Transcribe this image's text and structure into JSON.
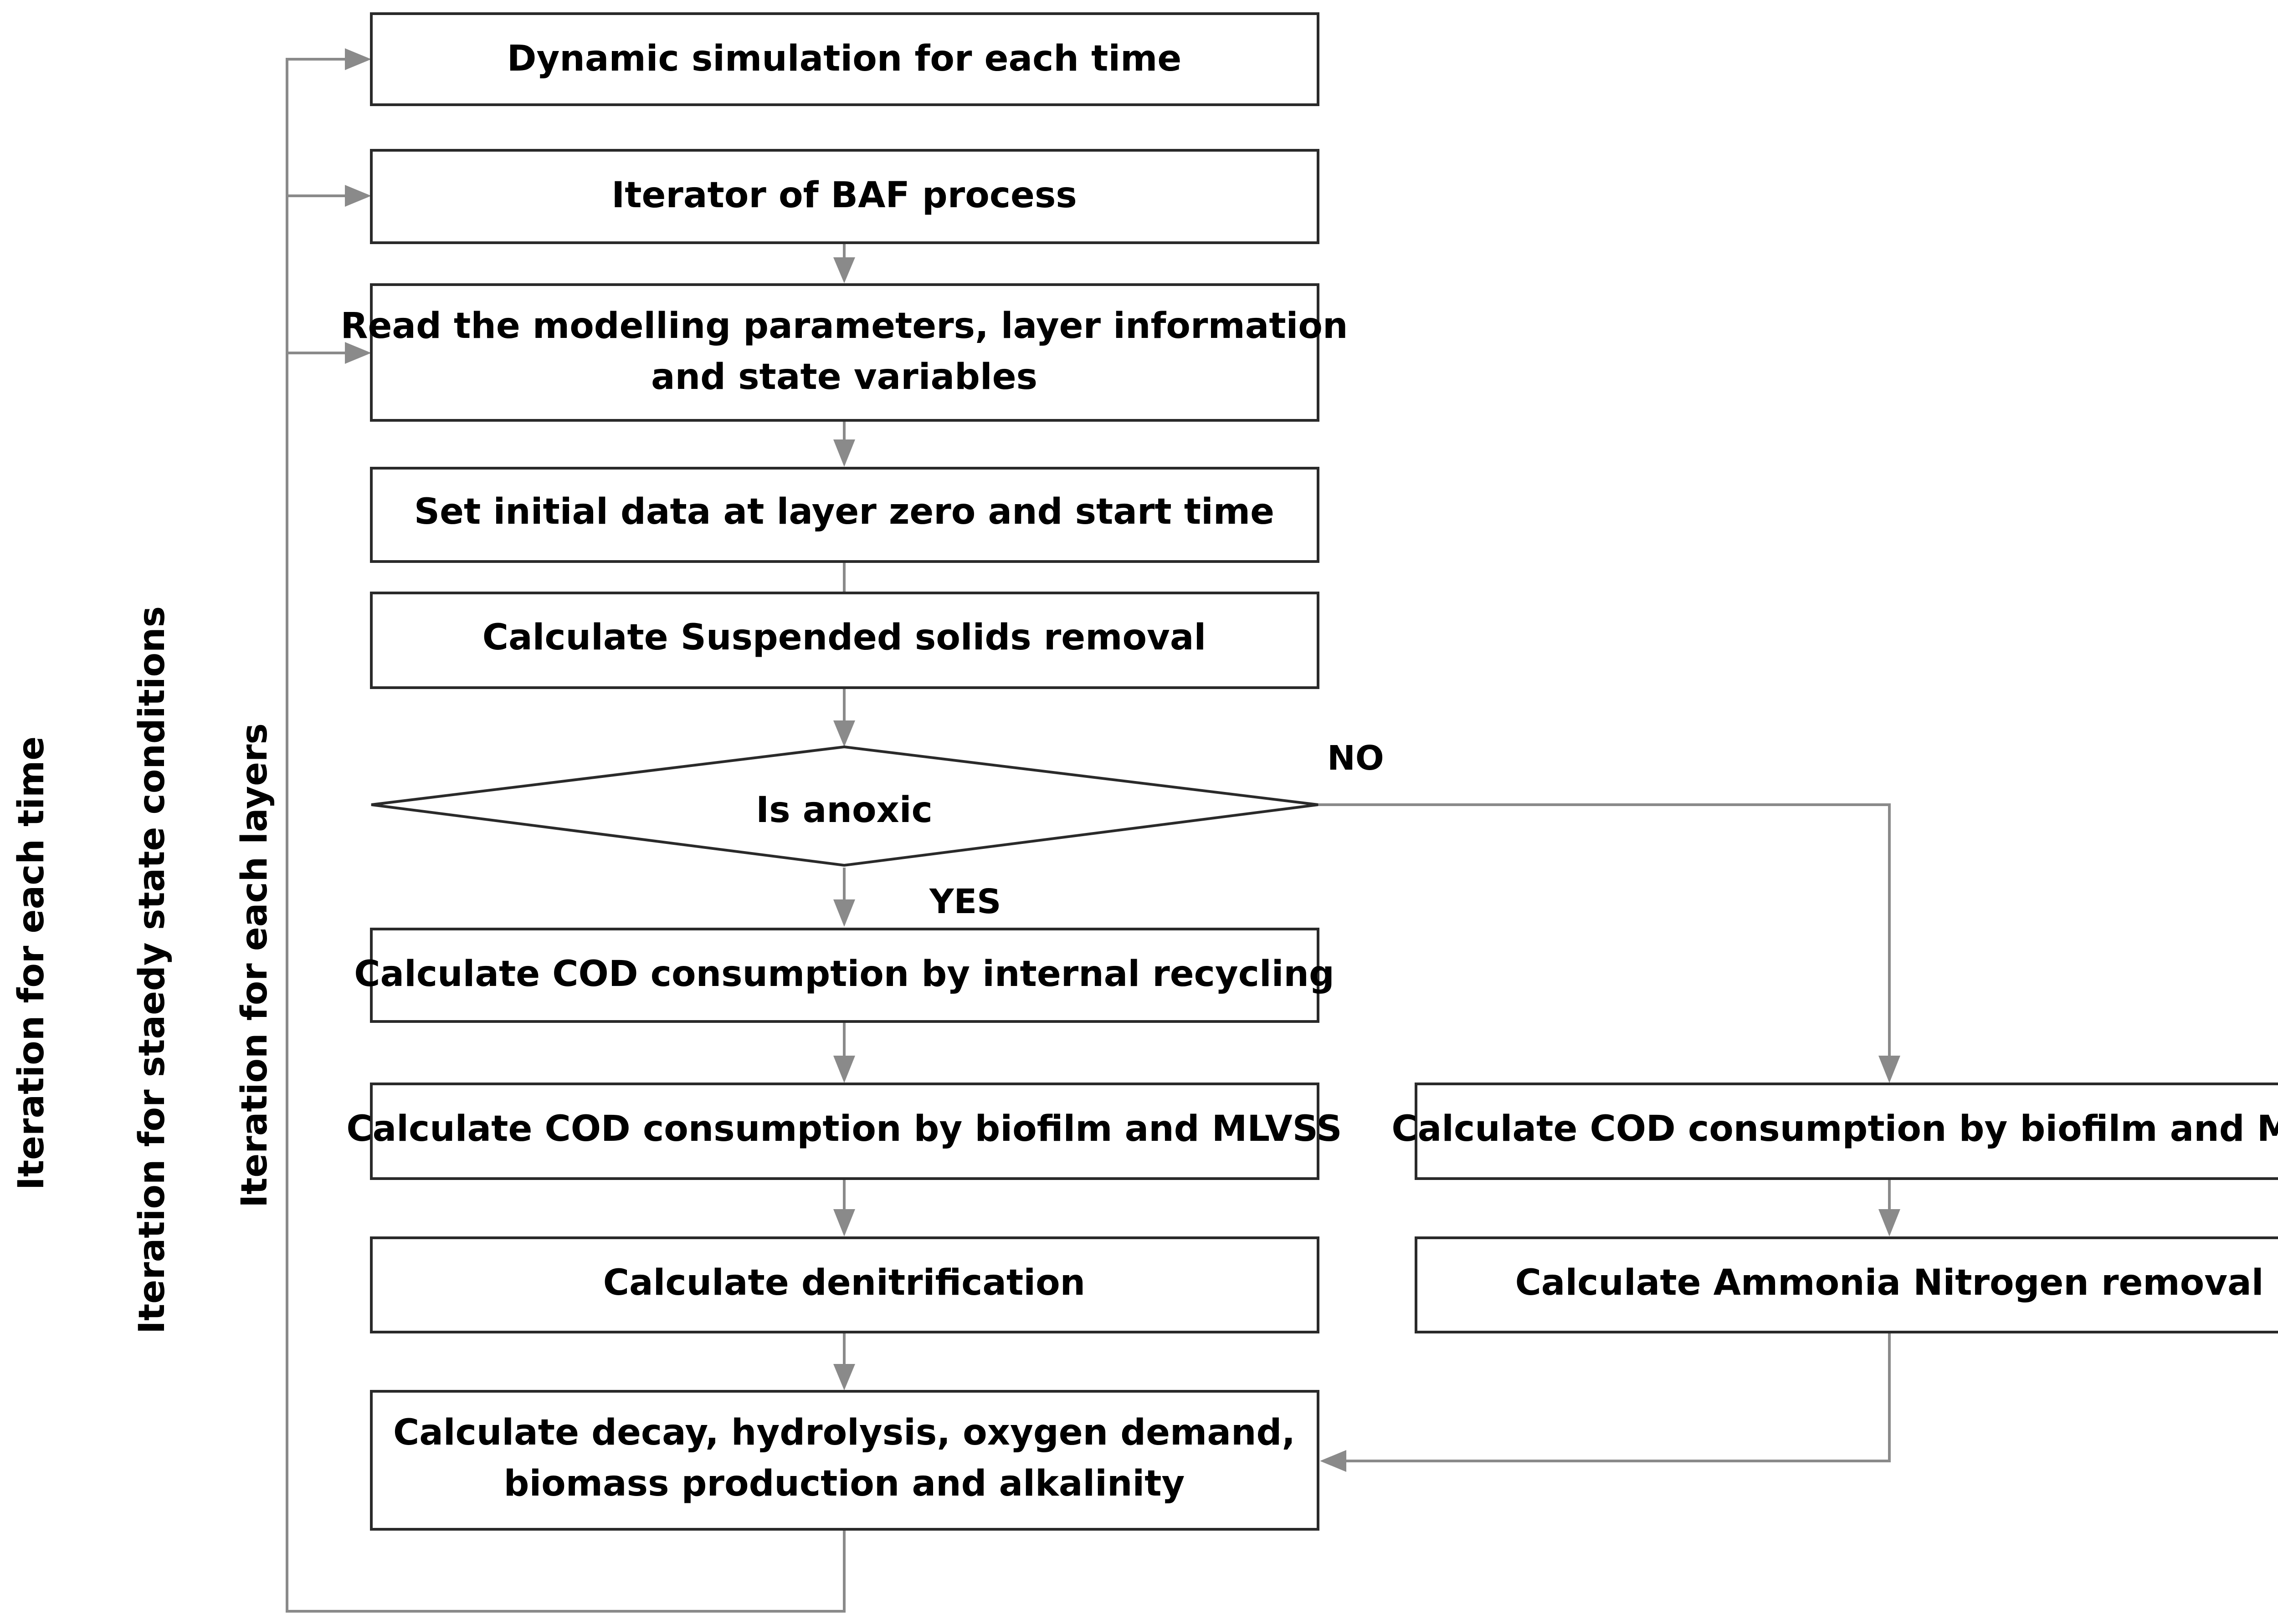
{
  "nodes": {
    "dynamic_simulation": [
      "Dynamic simulation  for each time"
    ],
    "iterator": [
      "Iterator  of BAF process"
    ],
    "read_params": [
      "Read the modelling  parameters, layer information",
      "and  state variables"
    ],
    "set_initial": [
      "Set initial data at layer zero and  start time"
    ],
    "suspended_solids": [
      "Calculate Suspended  solids removal"
    ],
    "is_anoxic": [
      "Is anoxic"
    ],
    "cod_internal": [
      "Calculate COD consumption  by internal recycling"
    ],
    "cod_biofilm_left": [
      "Calculate COD consumption  by biofilm and  MLVSS"
    ],
    "denitrification": [
      "Calculate denitrification"
    ],
    "decay": [
      "Calculate decay, hydrolysis, oxygen demand,",
      "biomass production  and alkalinity"
    ],
    "cod_biofilm_right": [
      "Calculate COD consumption  by biofilm and  MLVSS"
    ],
    "ammonia": [
      "Calculate Ammonia Nitrogen removal"
    ]
  },
  "edge_labels": {
    "no": "NO",
    "yes": "YES"
  },
  "loop_labels": {
    "each_time": "Iteration  for each time",
    "steady_state": "Iteration  for staedy state conditions",
    "each_layer": "Iteration  for each layers"
  },
  "colors": {
    "box_border": "#2a2a2a",
    "connector": "#8a8a8a",
    "background": "#ffffff"
  }
}
